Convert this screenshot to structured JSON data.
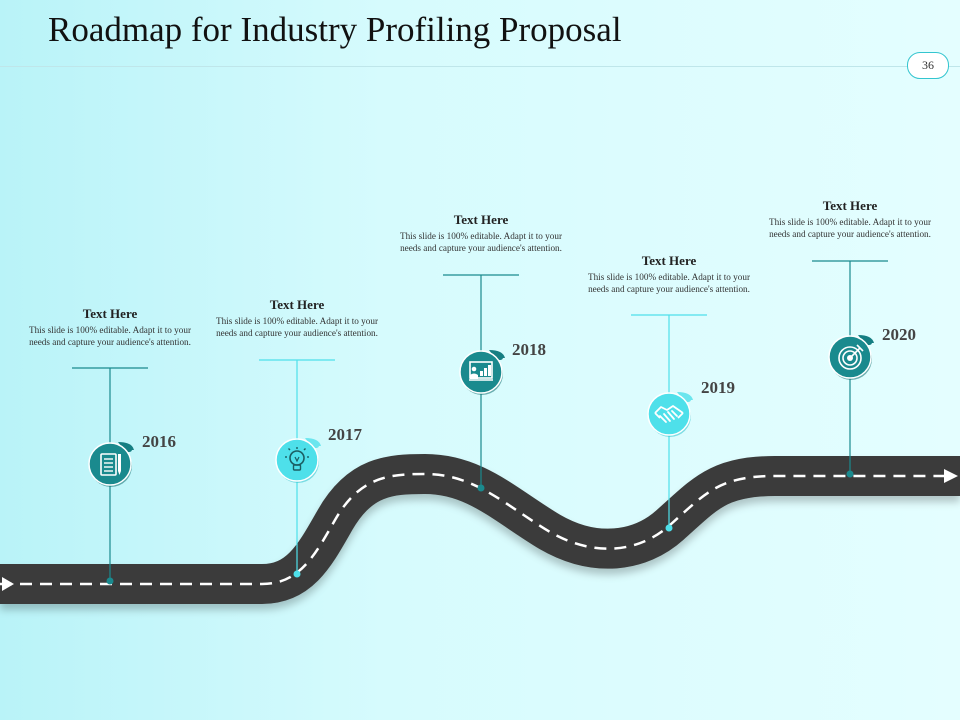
{
  "title": "Roadmap for Industry Profiling Proposal",
  "page_number": "36",
  "colors": {
    "teal_dark": "#1a8a8e",
    "teal_light": "#4ee0ea",
    "road": "#3a3a3a",
    "road_dash": "#ffffff"
  },
  "milestones": [
    {
      "year": "2016",
      "heading": "Text Here",
      "desc": "This slide is 100% editable. Adapt it to your needs and capture your audience's attention.",
      "icon": "notepad-icon",
      "style": "dark"
    },
    {
      "year": "2017",
      "heading": "Text Here",
      "desc": "This slide is 100% editable. Adapt it to your needs and capture your audience's attention.",
      "icon": "lightbulb-icon",
      "style": "light"
    },
    {
      "year": "2018",
      "heading": "Text Here",
      "desc": "This slide is 100% editable. Adapt it to your needs and capture your audience's attention.",
      "icon": "presentation-board-icon",
      "style": "dark"
    },
    {
      "year": "2019",
      "heading": "Text Here",
      "desc": "This slide is 100% editable. Adapt it to your needs and capture your audience's attention.",
      "icon": "handshake-icon",
      "style": "light"
    },
    {
      "year": "2020",
      "heading": "Text Here",
      "desc": "This slide is 100% editable. Adapt it to your needs and capture your audience's attention.",
      "icon": "target-icon",
      "style": "dark"
    }
  ]
}
